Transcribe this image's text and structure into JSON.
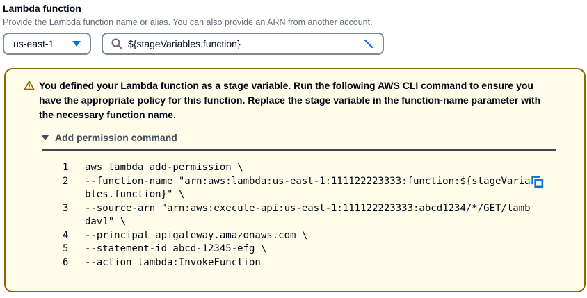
{
  "header": {
    "title": "Lambda function",
    "description": "Provide the Lambda function name or alias. You can also provide an ARN from another account."
  },
  "controls": {
    "region_value": "us-east-1",
    "search_value": "${stageVariables.function}"
  },
  "alert": {
    "message": "You defined your Lambda function as a stage variable. Run the following AWS CLI command to ensure you have the appropriate policy for this function. Replace the stage variable in the function-name parameter with the necessary function name.",
    "expander_label": "Add permission command"
  },
  "code": {
    "lines": [
      {
        "num": "1",
        "text": "aws lambda add-permission \\"
      },
      {
        "num": "2",
        "text": "--function-name \"arn:aws:lambda:us-east-1:111122223333:function:${stageVaria"
      },
      {
        "num": "",
        "text": "bles.function}\" \\"
      },
      {
        "num": "3",
        "text": "--source-arn \"arn:aws:execute-api:us-east-1:111122223333:abcd1234/*/GET/lamb"
      },
      {
        "num": "",
        "text": "dav1\" \\"
      },
      {
        "num": "4",
        "text": "--principal apigateway.amazonaws.com \\"
      },
      {
        "num": "5",
        "text": "--statement-id abcd-12345-efg \\"
      },
      {
        "num": "6",
        "text": "--action lambda:InvokeFunction"
      }
    ]
  },
  "colors": {
    "accent_blue": "#0972d3",
    "warning_border": "#8d6605",
    "warning_background": "#fffce9",
    "input_border": "#7d8998",
    "muted_text": "#5f6b7a",
    "expander_text": "#414d5c"
  }
}
